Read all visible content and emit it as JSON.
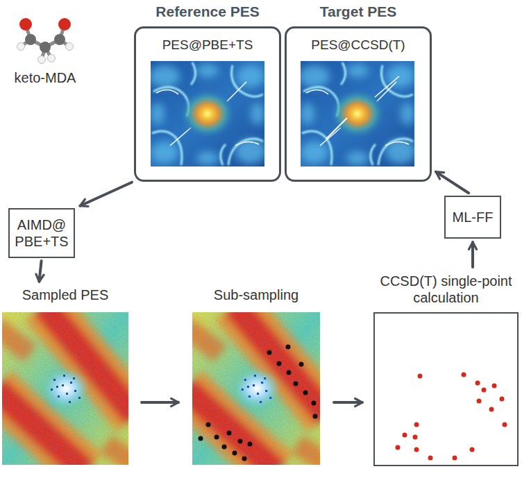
{
  "diagram": {
    "nodes": [
      {
        "text": [
          "Reference PES",
          "PES@PBE+TS"
        ]
      },
      {
        "text": [
          "Target PES",
          "PES@CCSD(T)"
        ]
      },
      {
        "text": [
          "AIMD@ PBE+TS"
        ]
      },
      {
        "text": [
          "Sampled PES"
        ]
      },
      {
        "text": [
          "Sub-sampling"
        ]
      },
      {
        "text": [
          "CCSD(T) single-point calculation"
        ]
      },
      {
        "text": [
          "ML-FF"
        ]
      }
    ],
    "edges": [
      {
        "from": 0,
        "to": 2,
        "arrow": "to"
      },
      {
        "from": 2,
        "to": 3,
        "arrow": "to"
      },
      {
        "from": 3,
        "to": 4,
        "arrow": "to"
      },
      {
        "from": 4,
        "to": 5,
        "arrow": "to"
      },
      {
        "from": 5,
        "to": 6,
        "arrow": "to"
      },
      {
        "from": 6,
        "to": 1,
        "arrow": "to"
      }
    ],
    "labels": [
      "keto-MDA"
    ]
  }
}
